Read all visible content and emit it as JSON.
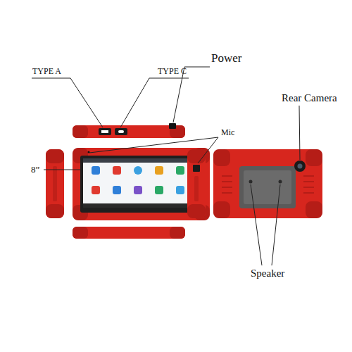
{
  "diagram": {
    "labels": [
      "TYPE A",
      "TYPE C",
      "Power",
      "Mic",
      "8”",
      "Rear Camera",
      "Speaker"
    ]
  }
}
